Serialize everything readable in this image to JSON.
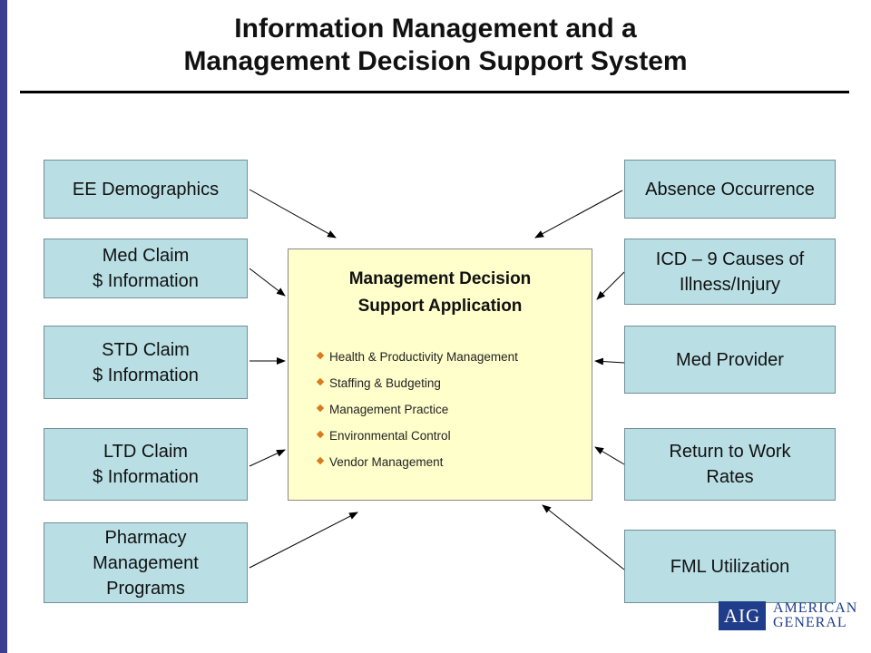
{
  "title": {
    "line1": "Information Management and a",
    "line2": "Management Decision Support System"
  },
  "left_boxes": [
    {
      "lines": [
        "EE Demographics"
      ]
    },
    {
      "lines": [
        "Med Claim",
        "$ Information"
      ]
    },
    {
      "lines": [
        "STD Claim",
        "$ Information"
      ]
    },
    {
      "lines": [
        "LTD Claim",
        "$ Information"
      ]
    },
    {
      "lines": [
        "Pharmacy",
        "Management",
        "Programs"
      ]
    }
  ],
  "right_boxes": [
    {
      "lines": [
        "Absence Occurrence"
      ]
    },
    {
      "lines": [
        "ICD – 9 Causes of",
        "Illness/Injury"
      ]
    },
    {
      "lines": [
        "Med Provider"
      ]
    },
    {
      "lines": [
        "Return to Work",
        "Rates"
      ]
    },
    {
      "lines": [
        "FML Utilization"
      ]
    }
  ],
  "center": {
    "title_line1": "Management Decision",
    "title_line2": "Support Application",
    "bullets": [
      "Health & Productivity Management",
      "Staffing & Budgeting",
      "Management Practice",
      "Environmental Control",
      "Vendor Management"
    ]
  },
  "logo": {
    "mark": "AIG",
    "line1": "AMERICAN",
    "line2": "GENERAL"
  },
  "colors": {
    "box_fill": "#b9dfe5",
    "center_fill": "#ffffcc",
    "bullet": "#d97a1e",
    "logo_blue": "#1f3d8a",
    "left_bar": "#3b3f8f"
  }
}
